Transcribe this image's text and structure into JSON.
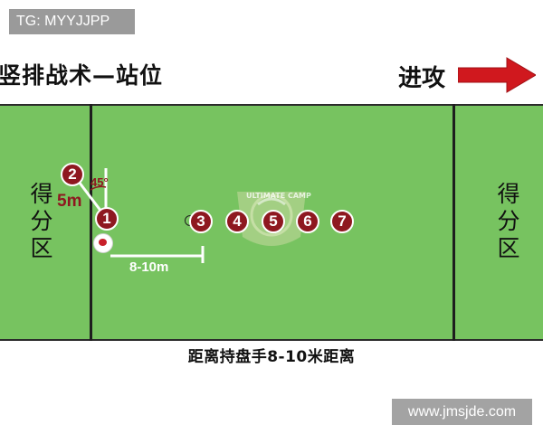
{
  "watermark_top": "TG: MYYJJPP",
  "title": "竖排战术—站位",
  "attack_label": "进攻",
  "endzone_left": [
    "得",
    "分",
    "区"
  ],
  "endzone_right": [
    "得",
    "分",
    "区"
  ],
  "players": [
    {
      "number": "1"
    },
    {
      "number": "2"
    },
    {
      "number": "3"
    },
    {
      "number": "4"
    },
    {
      "number": "5"
    },
    {
      "number": "6"
    },
    {
      "number": "7"
    }
  ],
  "angle_label": "45°",
  "short_distance_label": "5m",
  "long_distance_label": "8-10m",
  "caption": "距离持盘手8-10米距离",
  "watermark_url": "www.jmsjde.com",
  "logo_text": "ULTIMATE CAMP",
  "colors": {
    "field": "#77c360",
    "player": "#8e1820",
    "arrow": "#d0181e",
    "lines": "#1e1e1e"
  }
}
